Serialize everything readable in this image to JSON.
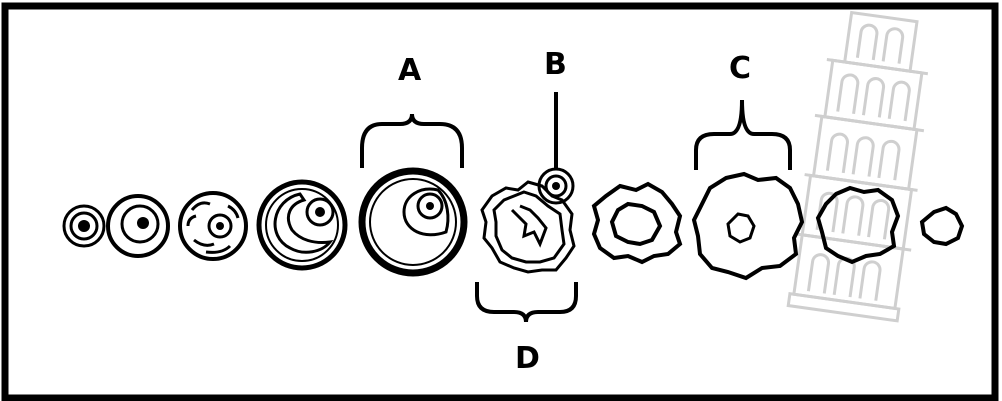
{
  "diagram": {
    "labels": {
      "a": "A",
      "b": "B",
      "c": "C",
      "d": "D"
    },
    "colors": {
      "ink": "#000000",
      "frame": "#000000",
      "watermark": "#cfcfcf",
      "background": "#ffffff"
    },
    "watermark_icon": "leaning-tower-of-pisa-icon"
  }
}
